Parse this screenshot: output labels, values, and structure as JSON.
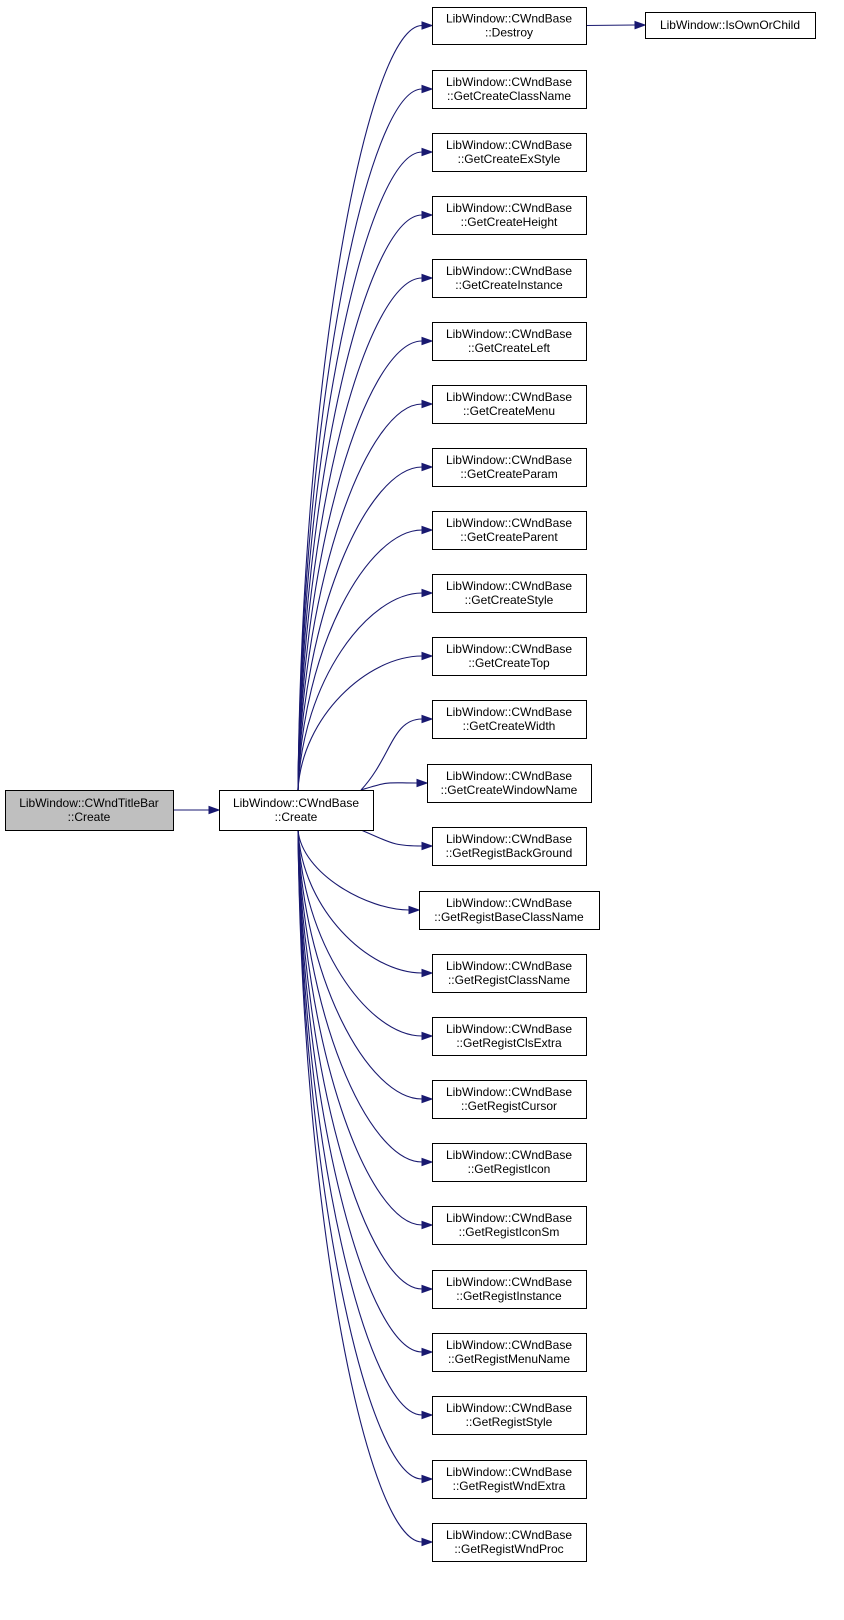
{
  "colors": {
    "edge": "#191970",
    "root_fill": "#bfbfbf",
    "node_fill": "#ffffff",
    "border": "#000000"
  },
  "nodes": [
    {
      "id": "root",
      "lines": [
        "LibWindow::CWndTitleBar",
        "::Create"
      ],
      "highlight": true
    },
    {
      "id": "create",
      "lines": [
        "LibWindow::CWndBase",
        "::Create"
      ]
    },
    {
      "id": "destroy",
      "lines": [
        "LibWindow::CWndBase",
        "::Destroy"
      ]
    },
    {
      "id": "isownorchild",
      "lines": [
        "LibWindow::IsOwnOrChild"
      ]
    },
    {
      "id": "getcreateclassname",
      "lines": [
        "LibWindow::CWndBase",
        "::GetCreateClassName"
      ]
    },
    {
      "id": "getcreateexstyle",
      "lines": [
        "LibWindow::CWndBase",
        "::GetCreateExStyle"
      ]
    },
    {
      "id": "getcreateheight",
      "lines": [
        "LibWindow::CWndBase",
        "::GetCreateHeight"
      ]
    },
    {
      "id": "getcreateinstance",
      "lines": [
        "LibWindow::CWndBase",
        "::GetCreateInstance"
      ]
    },
    {
      "id": "getcreateleft",
      "lines": [
        "LibWindow::CWndBase",
        "::GetCreateLeft"
      ]
    },
    {
      "id": "getcreatemenu",
      "lines": [
        "LibWindow::CWndBase",
        "::GetCreateMenu"
      ]
    },
    {
      "id": "getcreateparam",
      "lines": [
        "LibWindow::CWndBase",
        "::GetCreateParam"
      ]
    },
    {
      "id": "getcreateparent",
      "lines": [
        "LibWindow::CWndBase",
        "::GetCreateParent"
      ]
    },
    {
      "id": "getcreatestyle",
      "lines": [
        "LibWindow::CWndBase",
        "::GetCreateStyle"
      ]
    },
    {
      "id": "getcreatetop",
      "lines": [
        "LibWindow::CWndBase",
        "::GetCreateTop"
      ]
    },
    {
      "id": "getcreatewidth",
      "lines": [
        "LibWindow::CWndBase",
        "::GetCreateWidth"
      ]
    },
    {
      "id": "getcreatewindowname",
      "lines": [
        "LibWindow::CWndBase",
        "::GetCreateWindowName"
      ]
    },
    {
      "id": "getregistbackground",
      "lines": [
        "LibWindow::CWndBase",
        "::GetRegistBackGround"
      ]
    },
    {
      "id": "getregistbaseclassname",
      "lines": [
        "LibWindow::CWndBase",
        "::GetRegistBaseClassName"
      ]
    },
    {
      "id": "getregistclassname",
      "lines": [
        "LibWindow::CWndBase",
        "::GetRegistClassName"
      ]
    },
    {
      "id": "getregistclsextra",
      "lines": [
        "LibWindow::CWndBase",
        "::GetRegistClsExtra"
      ]
    },
    {
      "id": "getregistcursor",
      "lines": [
        "LibWindow::CWndBase",
        "::GetRegistCursor"
      ]
    },
    {
      "id": "getregisticon",
      "lines": [
        "LibWindow::CWndBase",
        "::GetRegistIcon"
      ]
    },
    {
      "id": "getregisticonsm",
      "lines": [
        "LibWindow::CWndBase",
        "::GetRegistIconSm"
      ]
    },
    {
      "id": "getregistinstance",
      "lines": [
        "LibWindow::CWndBase",
        "::GetRegistInstance"
      ]
    },
    {
      "id": "getregistmenuname",
      "lines": [
        "LibWindow::CWndBase",
        "::GetRegistMenuName"
      ]
    },
    {
      "id": "getregiststyle",
      "lines": [
        "LibWindow::CWndBase",
        "::GetRegistStyle"
      ]
    },
    {
      "id": "getregistwndextra",
      "lines": [
        "LibWindow::CWndBase",
        "::GetRegistWndExtra"
      ]
    },
    {
      "id": "getregistwndproc",
      "lines": [
        "LibWindow::CWndBase",
        "::GetRegistWndProc"
      ]
    }
  ],
  "edges": [
    [
      "root",
      "create"
    ],
    [
      "create",
      "destroy"
    ],
    [
      "destroy",
      "isownorchild"
    ],
    [
      "create",
      "getcreateclassname"
    ],
    [
      "create",
      "getcreateexstyle"
    ],
    [
      "create",
      "getcreateheight"
    ],
    [
      "create",
      "getcreateinstance"
    ],
    [
      "create",
      "getcreateleft"
    ],
    [
      "create",
      "getcreatemenu"
    ],
    [
      "create",
      "getcreateparam"
    ],
    [
      "create",
      "getcreateparent"
    ],
    [
      "create",
      "getcreatestyle"
    ],
    [
      "create",
      "getcreatetop"
    ],
    [
      "create",
      "getcreatewidth"
    ],
    [
      "create",
      "getcreatewindowname"
    ],
    [
      "create",
      "getregistbackground"
    ],
    [
      "create",
      "getregistbaseclassname"
    ],
    [
      "create",
      "getregistclassname"
    ],
    [
      "create",
      "getregistclsextra"
    ],
    [
      "create",
      "getregistcursor"
    ],
    [
      "create",
      "getregisticon"
    ],
    [
      "create",
      "getregisticonsm"
    ],
    [
      "create",
      "getregistinstance"
    ],
    [
      "create",
      "getregistmenuname"
    ],
    [
      "create",
      "getregiststyle"
    ],
    [
      "create",
      "getregistwndextra"
    ],
    [
      "create",
      "getregistwndproc"
    ]
  ]
}
